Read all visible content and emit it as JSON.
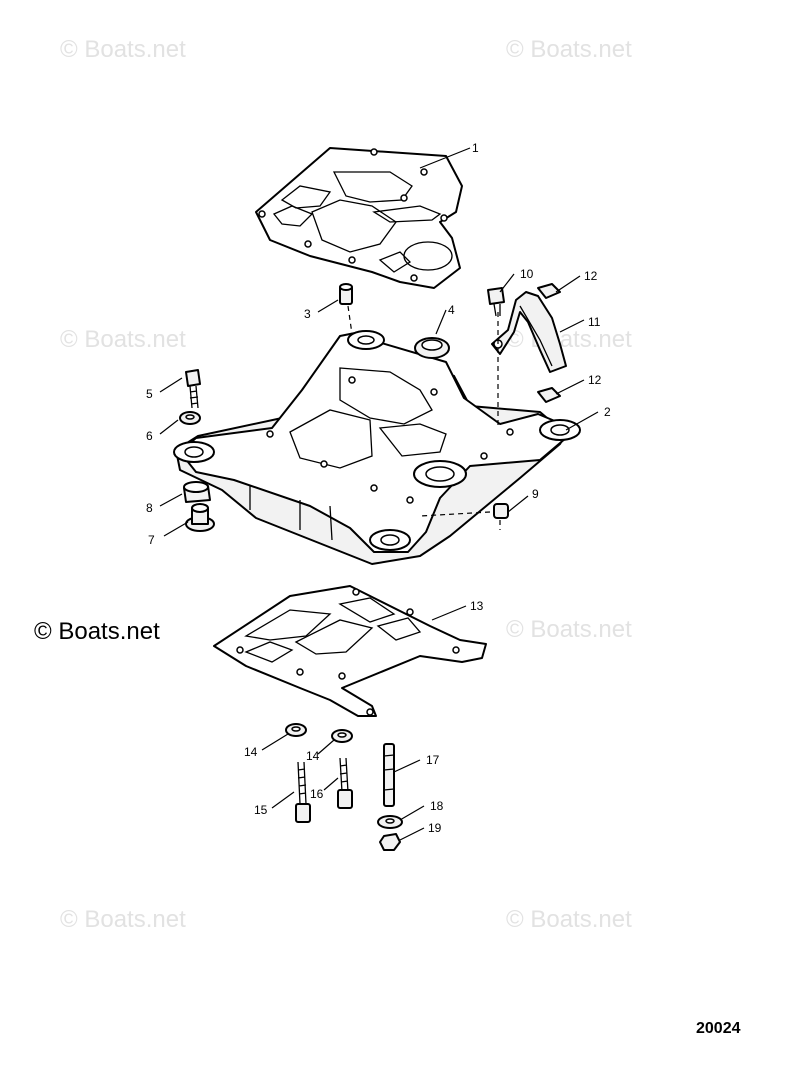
{
  "watermark": {
    "text": "© Boats.net"
  },
  "figure_number": "20024",
  "callouts": [
    "1",
    "2",
    "3",
    "4",
    "5",
    "6",
    "7",
    "8",
    "9",
    "10",
    "11",
    "12",
    "12",
    "13",
    "14",
    "14",
    "15",
    "16",
    "17",
    "18",
    "19"
  ]
}
